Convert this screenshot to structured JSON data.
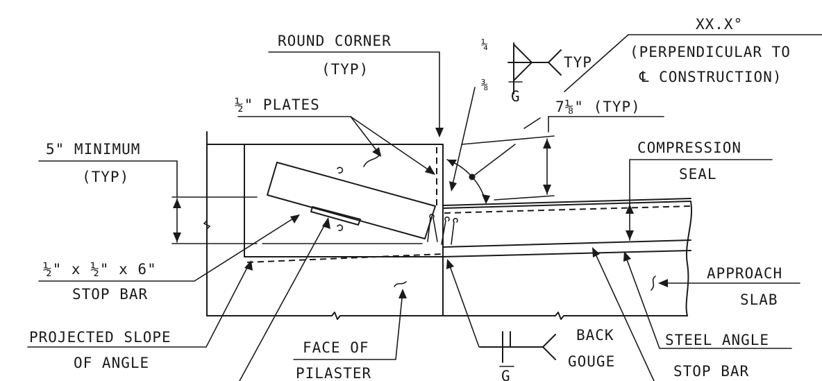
{
  "labels": {
    "round_corner_1": "ROUND CORNER",
    "round_corner_2": "(TYP)",
    "half_plates": "½\" PLATES",
    "five_min_1": "5\" MINIMUM",
    "five_min_2": "(TYP)",
    "stop_bar_dim": "½\" x ½\" x 6\"",
    "stop_bar_1": "STOP BAR",
    "projected_1": "PROJECTED SLOPE",
    "projected_2": "OF ANGLE",
    "face_1": "FACE OF",
    "face_2": "PILASTER",
    "angle_1": "XX.X°",
    "angle_2": "(PERPENDICULAR TO",
    "angle_3": "℄ CONSTRUCTION)",
    "seven_typ": "7⅛\" (TYP)",
    "compression_1": "COMPRESSION",
    "compression_2": "SEAL",
    "approach_1": "APPROACH",
    "approach_2": "SLAB",
    "steel_angle": "STEEL ANGLE",
    "stop_bar_2": "STOP BAR",
    "back_gouge_1": "BACK",
    "back_gouge_2": "GOUGE",
    "weld_top": "¼",
    "weld_bottom": "⅜",
    "weld_typ": "TYP",
    "weld_g1": "G",
    "weld_g2": "G"
  }
}
